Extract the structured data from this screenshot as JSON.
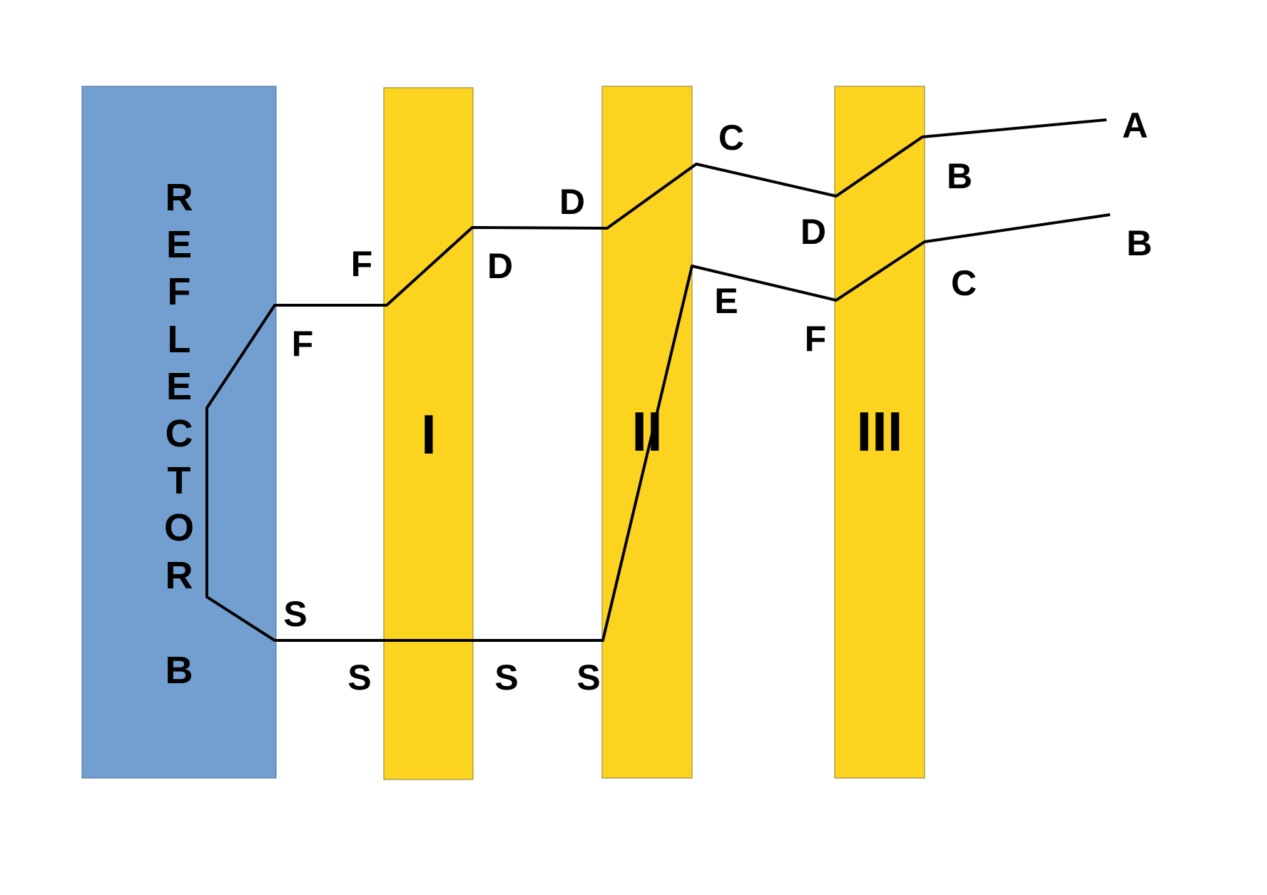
{
  "colors": {
    "reflector": "#729fcf",
    "rotor": "#fcd420",
    "wire": "#000000"
  },
  "reflector": {
    "letters": [
      "R",
      "E",
      "F",
      "L",
      "E",
      "C",
      "T",
      "O",
      "R"
    ],
    "id": "B"
  },
  "rotors": {
    "one": "I",
    "two": "II",
    "three": "III"
  },
  "inputs": {
    "upper": "A",
    "lower": "B"
  },
  "pins": {
    "rotor3_right_upper": "B",
    "rotor3_right_lower": "C",
    "rotor3_left_upper": "D",
    "rotor3_left_lower": "F",
    "rotor2_right_upper": "C",
    "rotor2_right_lower": "E",
    "rotor2_left_upper": "D",
    "rotor2_left_lower": "S",
    "rotor1_right_upper": "D",
    "rotor1_right_lower": "S",
    "rotor1_left_upper": "F",
    "rotor1_left_lower": "S",
    "reflector_upper": "F",
    "reflector_lower": "S"
  }
}
